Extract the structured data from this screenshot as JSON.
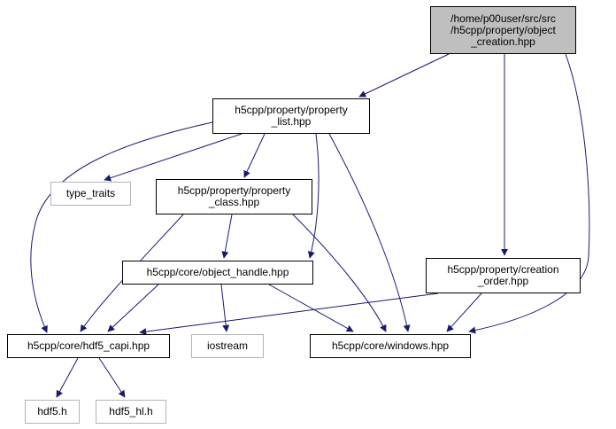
{
  "diagram": {
    "kind": "doxygen-include-dependency-graph",
    "colors": {
      "edge": "#191970",
      "node_border": "#000000",
      "external_node_border": "#b4b4b4",
      "root_node_fill": "#bfbfbf",
      "background": "#ffffff"
    },
    "nodes": [
      {
        "id": "object_creation",
        "label": "/home/p00user/src/src\n/h5cpp/property/object\n_creation.hpp",
        "kind": "root"
      },
      {
        "id": "property_list",
        "label": "h5cpp/property/property\n_list.hpp",
        "kind": "internal"
      },
      {
        "id": "type_traits",
        "label": "type_traits",
        "kind": "external"
      },
      {
        "id": "property_class",
        "label": "h5cpp/property/property\n_class.hpp",
        "kind": "internal"
      },
      {
        "id": "object_handle",
        "label": "h5cpp/core/object_handle.hpp",
        "kind": "internal"
      },
      {
        "id": "creation_order",
        "label": "h5cpp/property/creation\n_order.hpp",
        "kind": "internal"
      },
      {
        "id": "hdf5_capi",
        "label": "h5cpp/core/hdf5_capi.hpp",
        "kind": "internal"
      },
      {
        "id": "iostream",
        "label": "iostream",
        "kind": "external"
      },
      {
        "id": "windows",
        "label": "h5cpp/core/windows.hpp",
        "kind": "internal"
      },
      {
        "id": "hdf5_h",
        "label": "hdf5.h",
        "kind": "external"
      },
      {
        "id": "hdf5_hl_h",
        "label": "hdf5_hl.h",
        "kind": "external"
      }
    ],
    "edges": [
      {
        "from": "object_creation",
        "to": "property_list"
      },
      {
        "from": "object_creation",
        "to": "creation_order"
      },
      {
        "from": "object_creation",
        "to": "windows"
      },
      {
        "from": "property_list",
        "to": "type_traits"
      },
      {
        "from": "property_list",
        "to": "property_class"
      },
      {
        "from": "property_list",
        "to": "object_handle"
      },
      {
        "from": "property_list",
        "to": "hdf5_capi"
      },
      {
        "from": "property_list",
        "to": "windows"
      },
      {
        "from": "property_class",
        "to": "object_handle"
      },
      {
        "from": "property_class",
        "to": "hdf5_capi"
      },
      {
        "from": "property_class",
        "to": "windows"
      },
      {
        "from": "object_handle",
        "to": "hdf5_capi"
      },
      {
        "from": "object_handle",
        "to": "iostream"
      },
      {
        "from": "object_handle",
        "to": "windows"
      },
      {
        "from": "creation_order",
        "to": "hdf5_capi"
      },
      {
        "from": "creation_order",
        "to": "windows"
      },
      {
        "from": "hdf5_capi",
        "to": "hdf5_h"
      },
      {
        "from": "hdf5_capi",
        "to": "hdf5_hl_h"
      }
    ]
  }
}
